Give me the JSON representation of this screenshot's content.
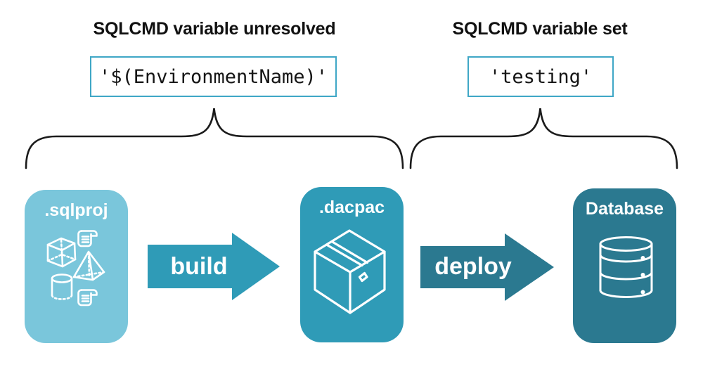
{
  "annotations": {
    "left": {
      "title": "SQLCMD variable unresolved",
      "value": "'$(EnvironmentName)'"
    },
    "right": {
      "title": "SQLCMD variable set",
      "value": "'testing'"
    }
  },
  "pipeline": {
    "nodes": [
      {
        "id": "sqlproj",
        "label": ".sqlproj",
        "icon": "sql-objects-icon",
        "color": "#7AC6DB",
        "sub_icons": [
          "scroll-icon",
          "cube-icon",
          "pyramid-icon",
          "cylinder-icon",
          "scroll-icon"
        ]
      },
      {
        "id": "dacpac",
        "label": ".dacpac",
        "icon": "package-icon",
        "color": "#2F9BB7"
      },
      {
        "id": "database",
        "label": "Database",
        "icon": "database-icon",
        "color": "#2B7990"
      }
    ],
    "arrows": [
      {
        "label": "build",
        "color": "#2F9BB7"
      },
      {
        "label": "deploy",
        "color": "#2B7990"
      }
    ]
  },
  "style": {
    "value_box_border": "#3FA7C6",
    "brace_color": "#1B1B1B",
    "heading_color": "#111111",
    "icon_color": "#FFFFFF",
    "background": "#FFFFFF"
  }
}
